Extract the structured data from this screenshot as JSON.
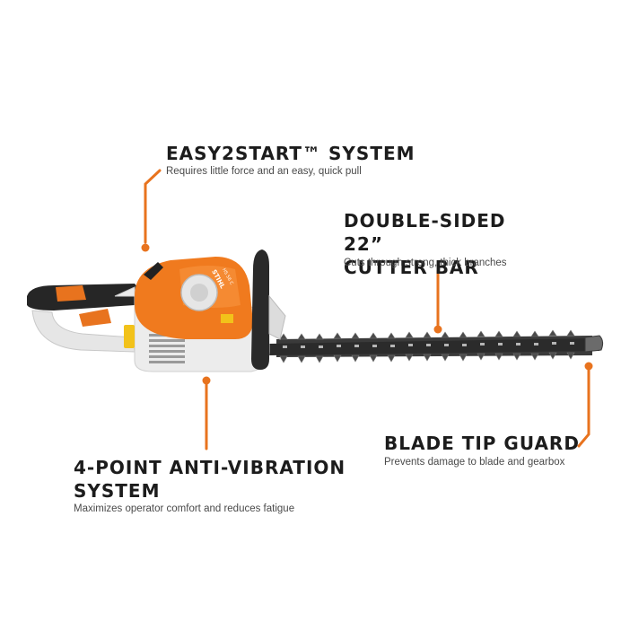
{
  "features": {
    "easy2start": {
      "title": "EASY2START™ SYSTEM",
      "description": "Requires little force and an easy, quick pull"
    },
    "cutter_bar": {
      "title_line1": "DOUBLE-SIDED 22”",
      "title_line2": "CUTTER BAR",
      "description": "Cuts through strong, thick branches"
    },
    "blade_tip_guard": {
      "title": "BLADE TIP GUARD",
      "description": "Prevents damage to blade and gearbox"
    },
    "anti_vibration": {
      "title_line1": "4-POINT ANTI-VIBRATION",
      "title_line2": "SYSTEM",
      "description": "Maximizes operator comfort and reduces fatigue"
    }
  },
  "product": {
    "brand_label": "STIHL",
    "model_label": "HS 56 C"
  },
  "colors": {
    "accent": "#e8731e",
    "text": "#1c1c1c",
    "body": "#f07a1e",
    "housing": "#e9e9e9",
    "handle": "#262626"
  }
}
